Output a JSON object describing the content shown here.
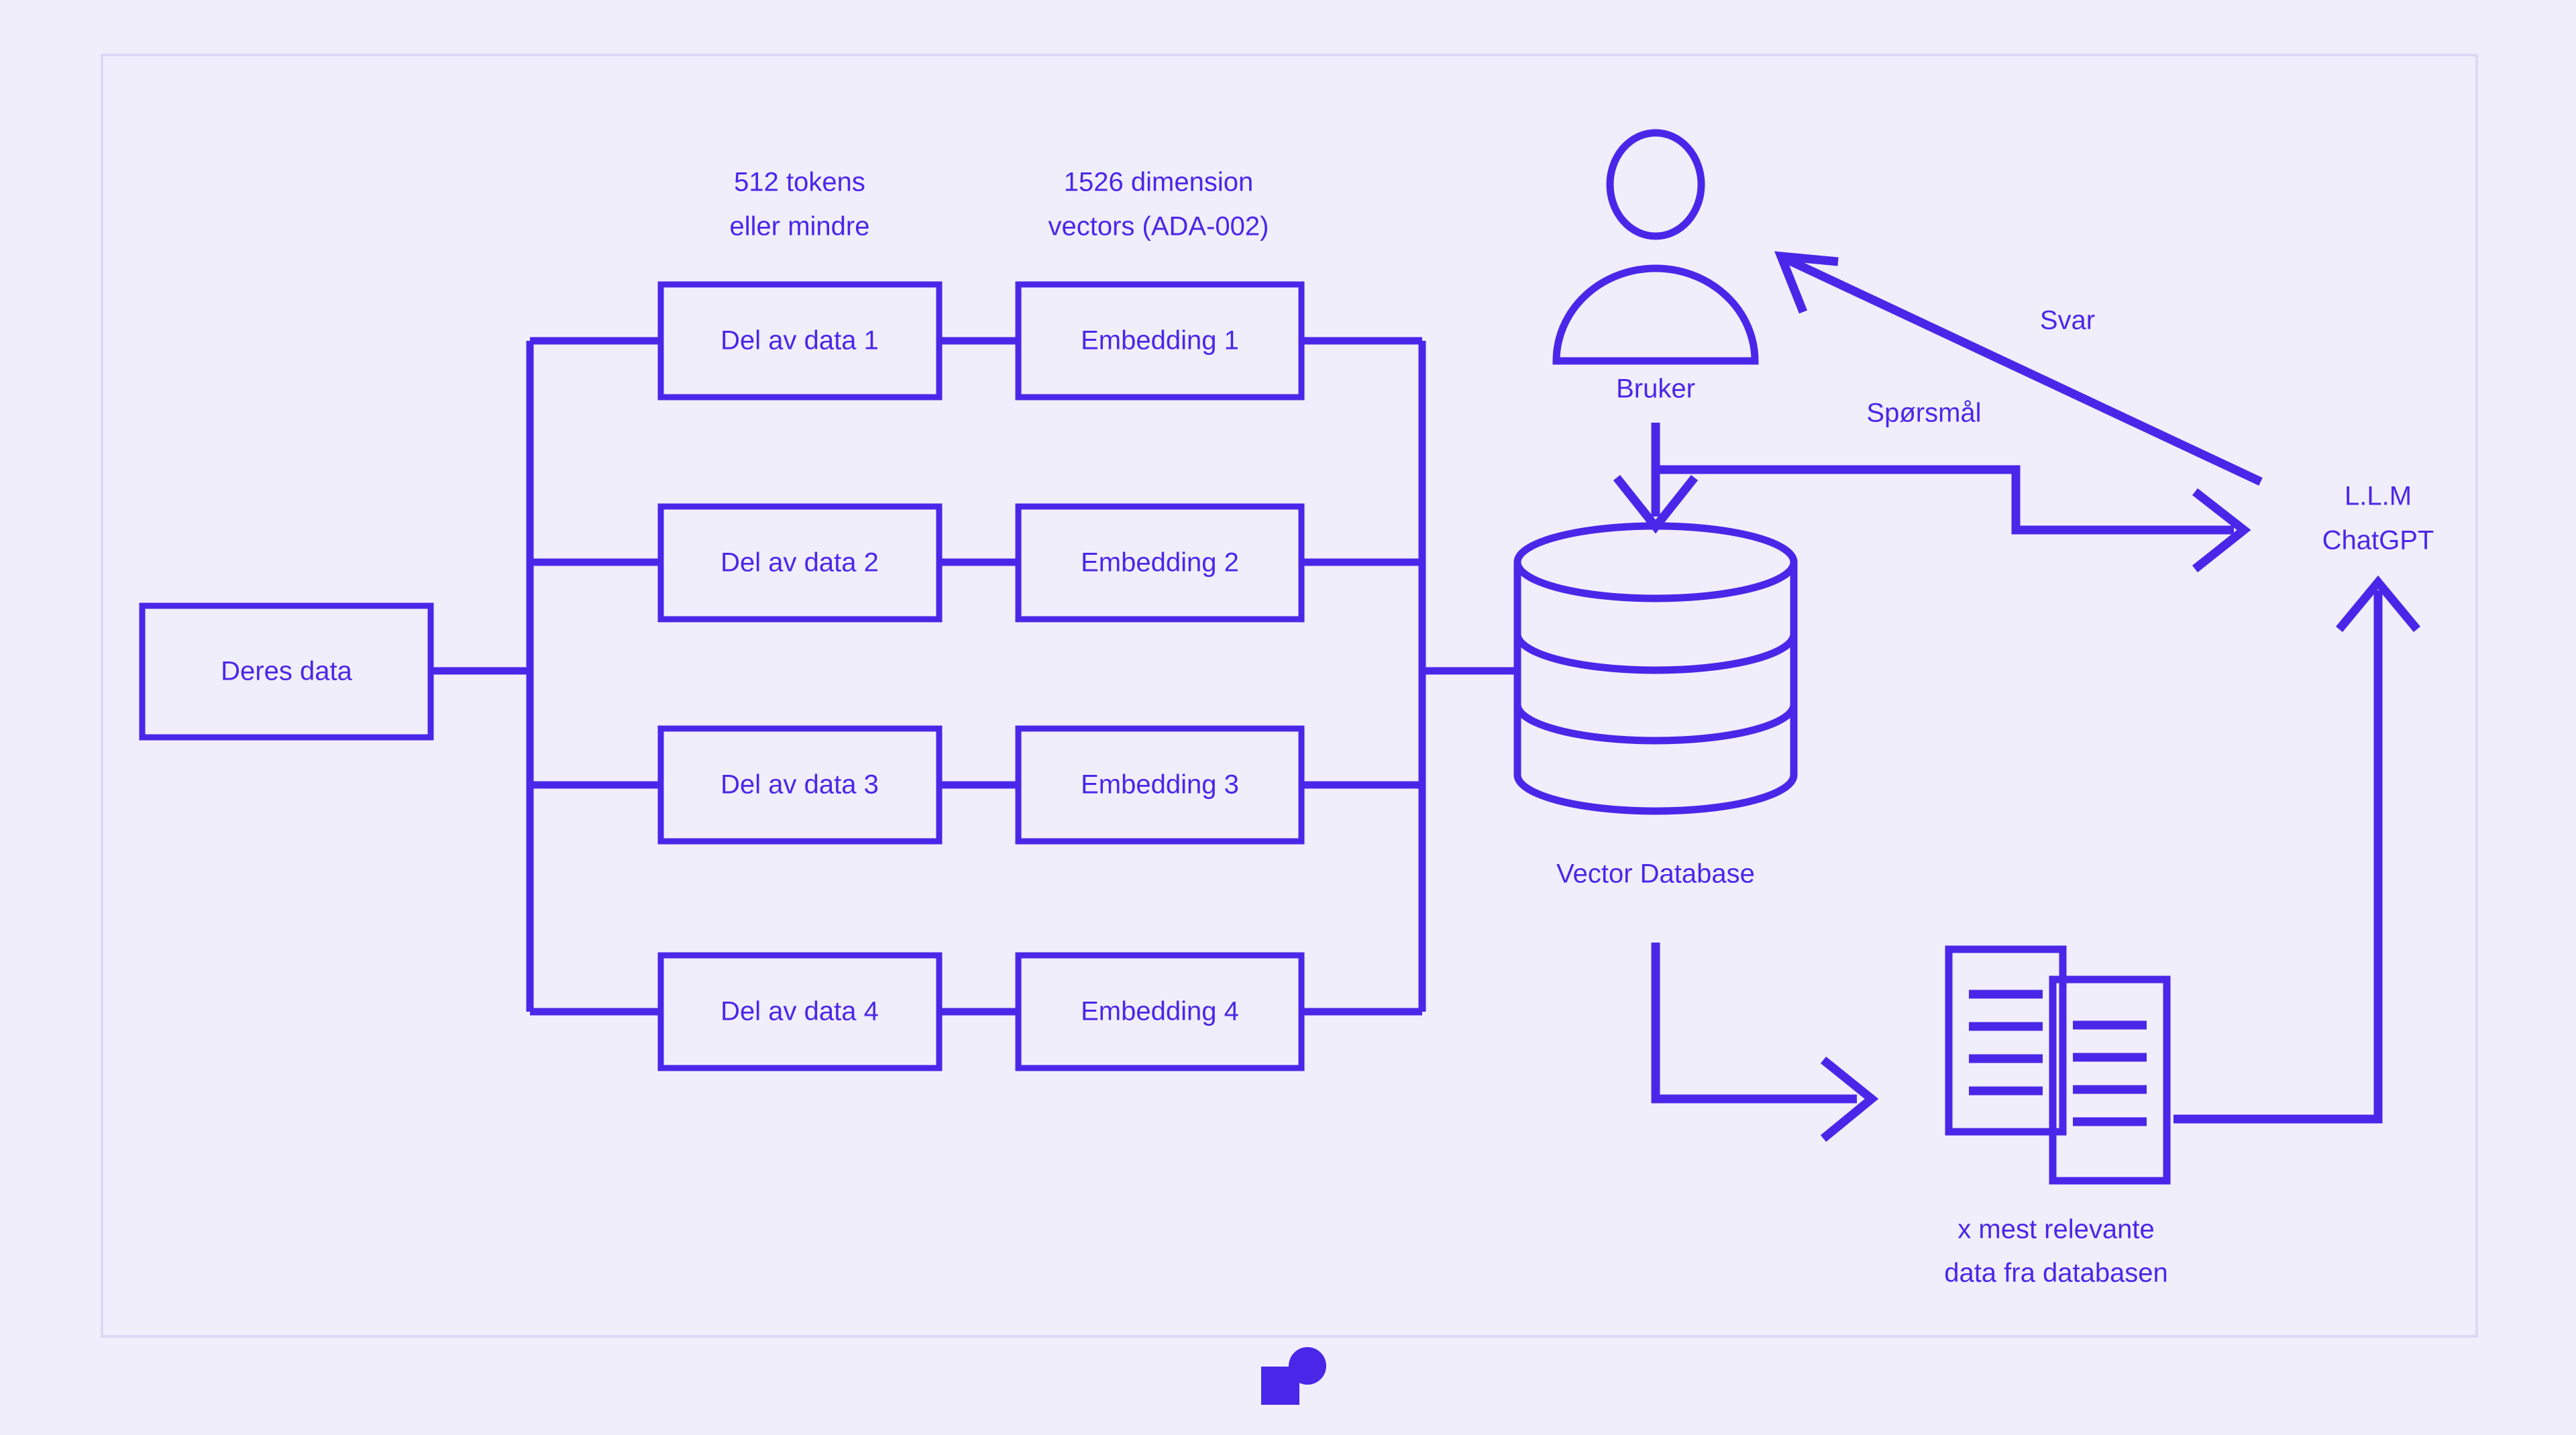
{
  "theme": {
    "background": "#f0eefb",
    "stroke": "#4a27e8",
    "text": "#4a27e8",
    "frame_border": "#dcd9f5"
  },
  "headers": {
    "chunk_note_line1": "512 tokens",
    "chunk_note_line2": "eller mindre",
    "embed_note_line1": "1526 dimension",
    "embed_note_line2": "vectors (ADA-002)"
  },
  "source": {
    "label": "Deres data"
  },
  "pipeline": {
    "chunks": [
      {
        "label": "Del av data 1"
      },
      {
        "label": "Del av data 2"
      },
      {
        "label": "Del av data 3"
      },
      {
        "label": "Del av data 4"
      }
    ],
    "embeddings": [
      {
        "label": "Embedding 1"
      },
      {
        "label": "Embedding 2"
      },
      {
        "label": "Embedding 3"
      },
      {
        "label": "Embedding 4"
      }
    ]
  },
  "store": {
    "label": "Vector Database"
  },
  "actor": {
    "label": "Bruker"
  },
  "llm": {
    "line1": "L.L.M",
    "line2": "ChatGPT"
  },
  "edges": {
    "answer": "Svar",
    "question": "Spørsmål"
  },
  "retrieved": {
    "caption_line1": "x mest relevante",
    "caption_line2": "data fra databasen"
  },
  "logo": {
    "name": "brand-logo-mark"
  }
}
